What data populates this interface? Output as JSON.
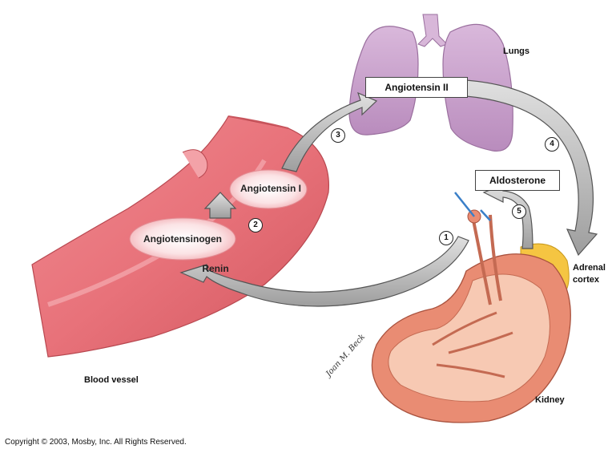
{
  "title": "",
  "nodes": {
    "angiotensin_ii": "Angiotensin II",
    "angiotensin_i": "Angiotensin I",
    "angiotensinogen": "Angiotensinogen",
    "renin": "Renin",
    "aldosterone": "Aldosterone"
  },
  "organs": {
    "lungs": "Lungs",
    "blood_vessel": "Blood vessel",
    "kidney": "Kidney",
    "adrenal_cortex_line1": "Adrenal",
    "adrenal_cortex_line2": "cortex"
  },
  "steps": [
    "1",
    "2",
    "3",
    "4",
    "5"
  ],
  "signature": "Joan M. Beck",
  "copyright": "Copyright © 2003, Mosby, Inc. All Rights Reserved.",
  "colors": {
    "vessel": "#e8727a",
    "vessel_light": "#f4a9ae",
    "lungs": "#c9a3cc",
    "kidney": "#e98c73",
    "kidney_inner": "#f7c9b3",
    "adrenal": "#f5c542",
    "arrow_fill": "#bdbdbd",
    "arrow_stroke": "#555555"
  }
}
